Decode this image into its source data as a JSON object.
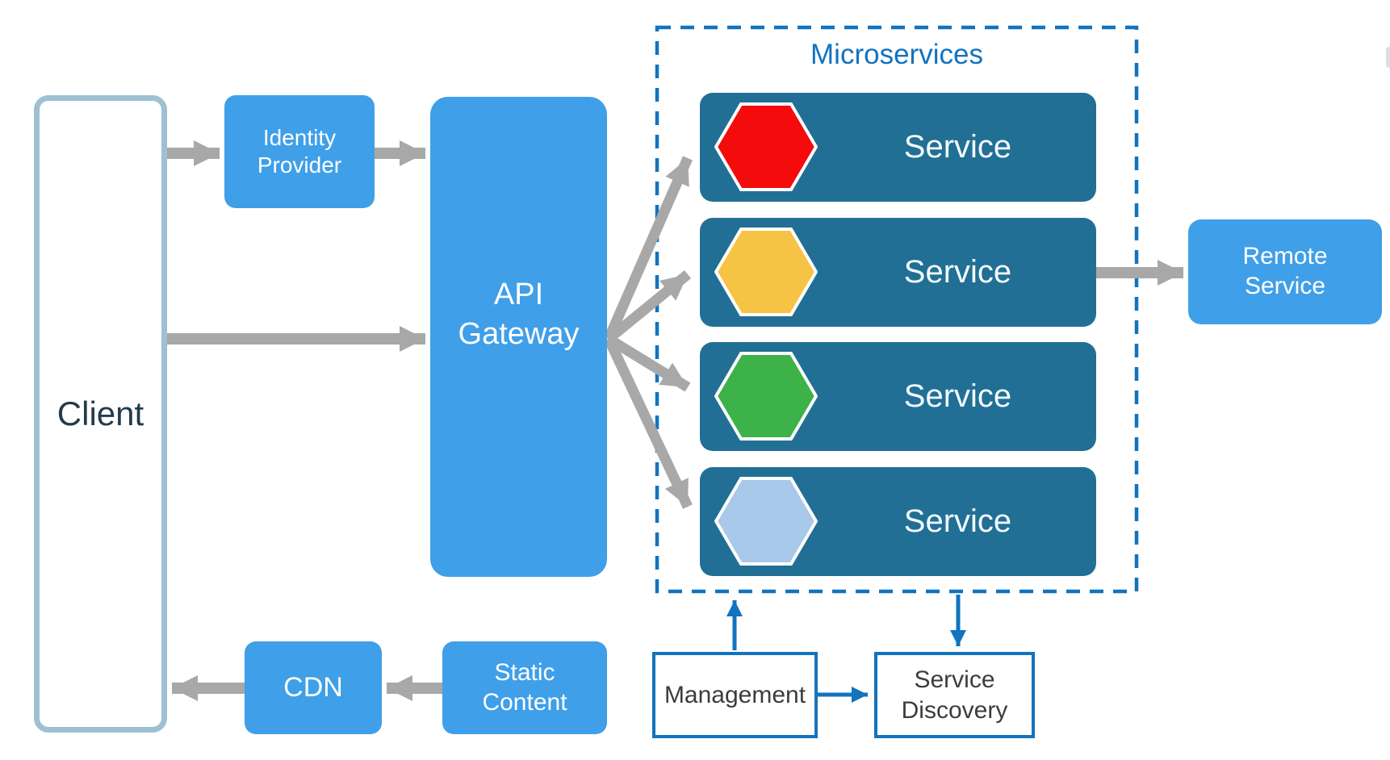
{
  "diagram": {
    "type": "architecture-diagram",
    "title": "Microservices"
  },
  "colors": {
    "box_blue": "#3F9FE8",
    "service_teal": "#226F95",
    "accent_blue": "#1273BE",
    "gray_arrow": "#A8A8A8",
    "client_border": "#9EC0D2",
    "client_text": "#233B4D",
    "dark_text": "#3C3C3C",
    "white": "#ffffff"
  },
  "nodes": {
    "client": {
      "label": "Client"
    },
    "identity_provider": {
      "label": "Identity Provider"
    },
    "api_gateway": {
      "label": "API Gateway"
    },
    "remote_service": {
      "label": "Remote Service"
    },
    "cdn": {
      "label": "CDN"
    },
    "static_content": {
      "label": "Static Content"
    },
    "management": {
      "label": "Management"
    },
    "service_discovery": {
      "label": "Service Discovery"
    }
  },
  "microservices": {
    "title": "Microservices",
    "services": [
      {
        "label": "Service",
        "color_name": "red",
        "color": "#F40B0B"
      },
      {
        "label": "Service",
        "color_name": "amber",
        "color": "#F6C445"
      },
      {
        "label": "Service",
        "color_name": "green",
        "color": "#3DB249"
      },
      {
        "label": "Service",
        "color_name": "light-blue",
        "color": "#A8C9E9"
      }
    ]
  },
  "edges": [
    {
      "from": "client",
      "to": "identity_provider",
      "style": "gray"
    },
    {
      "from": "identity_provider",
      "to": "api_gateway",
      "style": "gray"
    },
    {
      "from": "client",
      "to": "api_gateway",
      "style": "gray"
    },
    {
      "from": "api_gateway",
      "to": "service-1",
      "style": "gray"
    },
    {
      "from": "api_gateway",
      "to": "service-2",
      "style": "gray"
    },
    {
      "from": "api_gateway",
      "to": "service-3",
      "style": "gray"
    },
    {
      "from": "api_gateway",
      "to": "service-4",
      "style": "gray"
    },
    {
      "from": "service-2",
      "to": "remote_service",
      "style": "gray"
    },
    {
      "from": "static_content",
      "to": "cdn",
      "style": "gray"
    },
    {
      "from": "cdn",
      "to": "client",
      "style": "gray"
    },
    {
      "from": "management",
      "to": "microservices",
      "style": "blue"
    },
    {
      "from": "microservices",
      "to": "service_discovery",
      "style": "blue"
    },
    {
      "from": "management",
      "to": "service_discovery",
      "style": "blue"
    }
  ]
}
